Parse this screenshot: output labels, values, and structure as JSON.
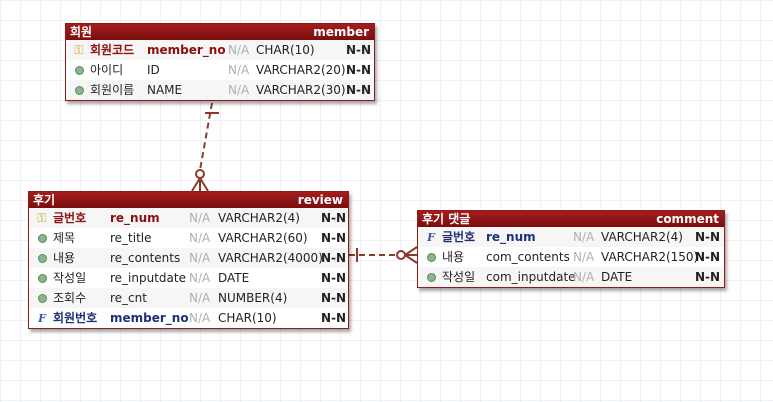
{
  "entities": {
    "member": {
      "logical": "회원",
      "physical": "member",
      "rows": [
        {
          "kind": "pk",
          "logical": "회원코드",
          "physical": "member_no",
          "na": "N/A",
          "type": "CHAR(10)",
          "nn": "N-N"
        },
        {
          "kind": "attr",
          "logical": "아이디",
          "physical": "ID",
          "na": "N/A",
          "type": "VARCHAR2(20)",
          "nn": "N-N"
        },
        {
          "kind": "attr",
          "logical": "회원이름",
          "physical": "NAME",
          "na": "N/A",
          "type": "VARCHAR2(30)",
          "nn": "N-N"
        }
      ]
    },
    "review": {
      "logical": "후기",
      "physical": "review",
      "rows": [
        {
          "kind": "pk",
          "logical": "글번호",
          "physical": "re_num",
          "na": "N/A",
          "type": "VARCHAR2(4)",
          "nn": "N-N"
        },
        {
          "kind": "attr",
          "logical": "제목",
          "physical": "re_title",
          "na": "N/A",
          "type": "VARCHAR2(60)",
          "nn": "N-N"
        },
        {
          "kind": "attr",
          "logical": "내용",
          "physical": "re_contents",
          "na": "N/A",
          "type": "VARCHAR2(4000)",
          "nn": "N-N"
        },
        {
          "kind": "attr",
          "logical": "작성일",
          "physical": "re_inputdate",
          "na": "N/A",
          "type": "DATE",
          "nn": "N-N"
        },
        {
          "kind": "attr",
          "logical": "조회수",
          "physical": "re_cnt",
          "na": "N/A",
          "type": "NUMBER(4)",
          "nn": "N-N"
        },
        {
          "kind": "fk",
          "logical": "회원번호",
          "physical": "member_no",
          "na": "N/A",
          "type": "CHAR(10)",
          "nn": "N-N"
        }
      ]
    },
    "comment": {
      "logical": "후기 댓글",
      "physical": "comment",
      "rows": [
        {
          "kind": "fk",
          "logical": "글번호",
          "physical": "re_num",
          "na": "N/A",
          "type": "VARCHAR2(4)",
          "nn": "N-N"
        },
        {
          "kind": "attr",
          "logical": "내용",
          "physical": "com_contents",
          "na": "N/A",
          "type": "VARCHAR2(150)",
          "nn": "N-N"
        },
        {
          "kind": "attr",
          "logical": "작성일",
          "physical": "com_inputdate",
          "na": "N/A",
          "type": "DATE",
          "nn": "N-N"
        }
      ]
    }
  },
  "colors": {
    "header": "#8c1c1c",
    "relationship": "#8c3a2a",
    "pk_icon": "#c9a227",
    "fk_icon": "#3a53a4"
  },
  "icons": {
    "pk": "key-icon",
    "fk": "foreign-key-icon",
    "attr": "attribute-dot-icon"
  }
}
